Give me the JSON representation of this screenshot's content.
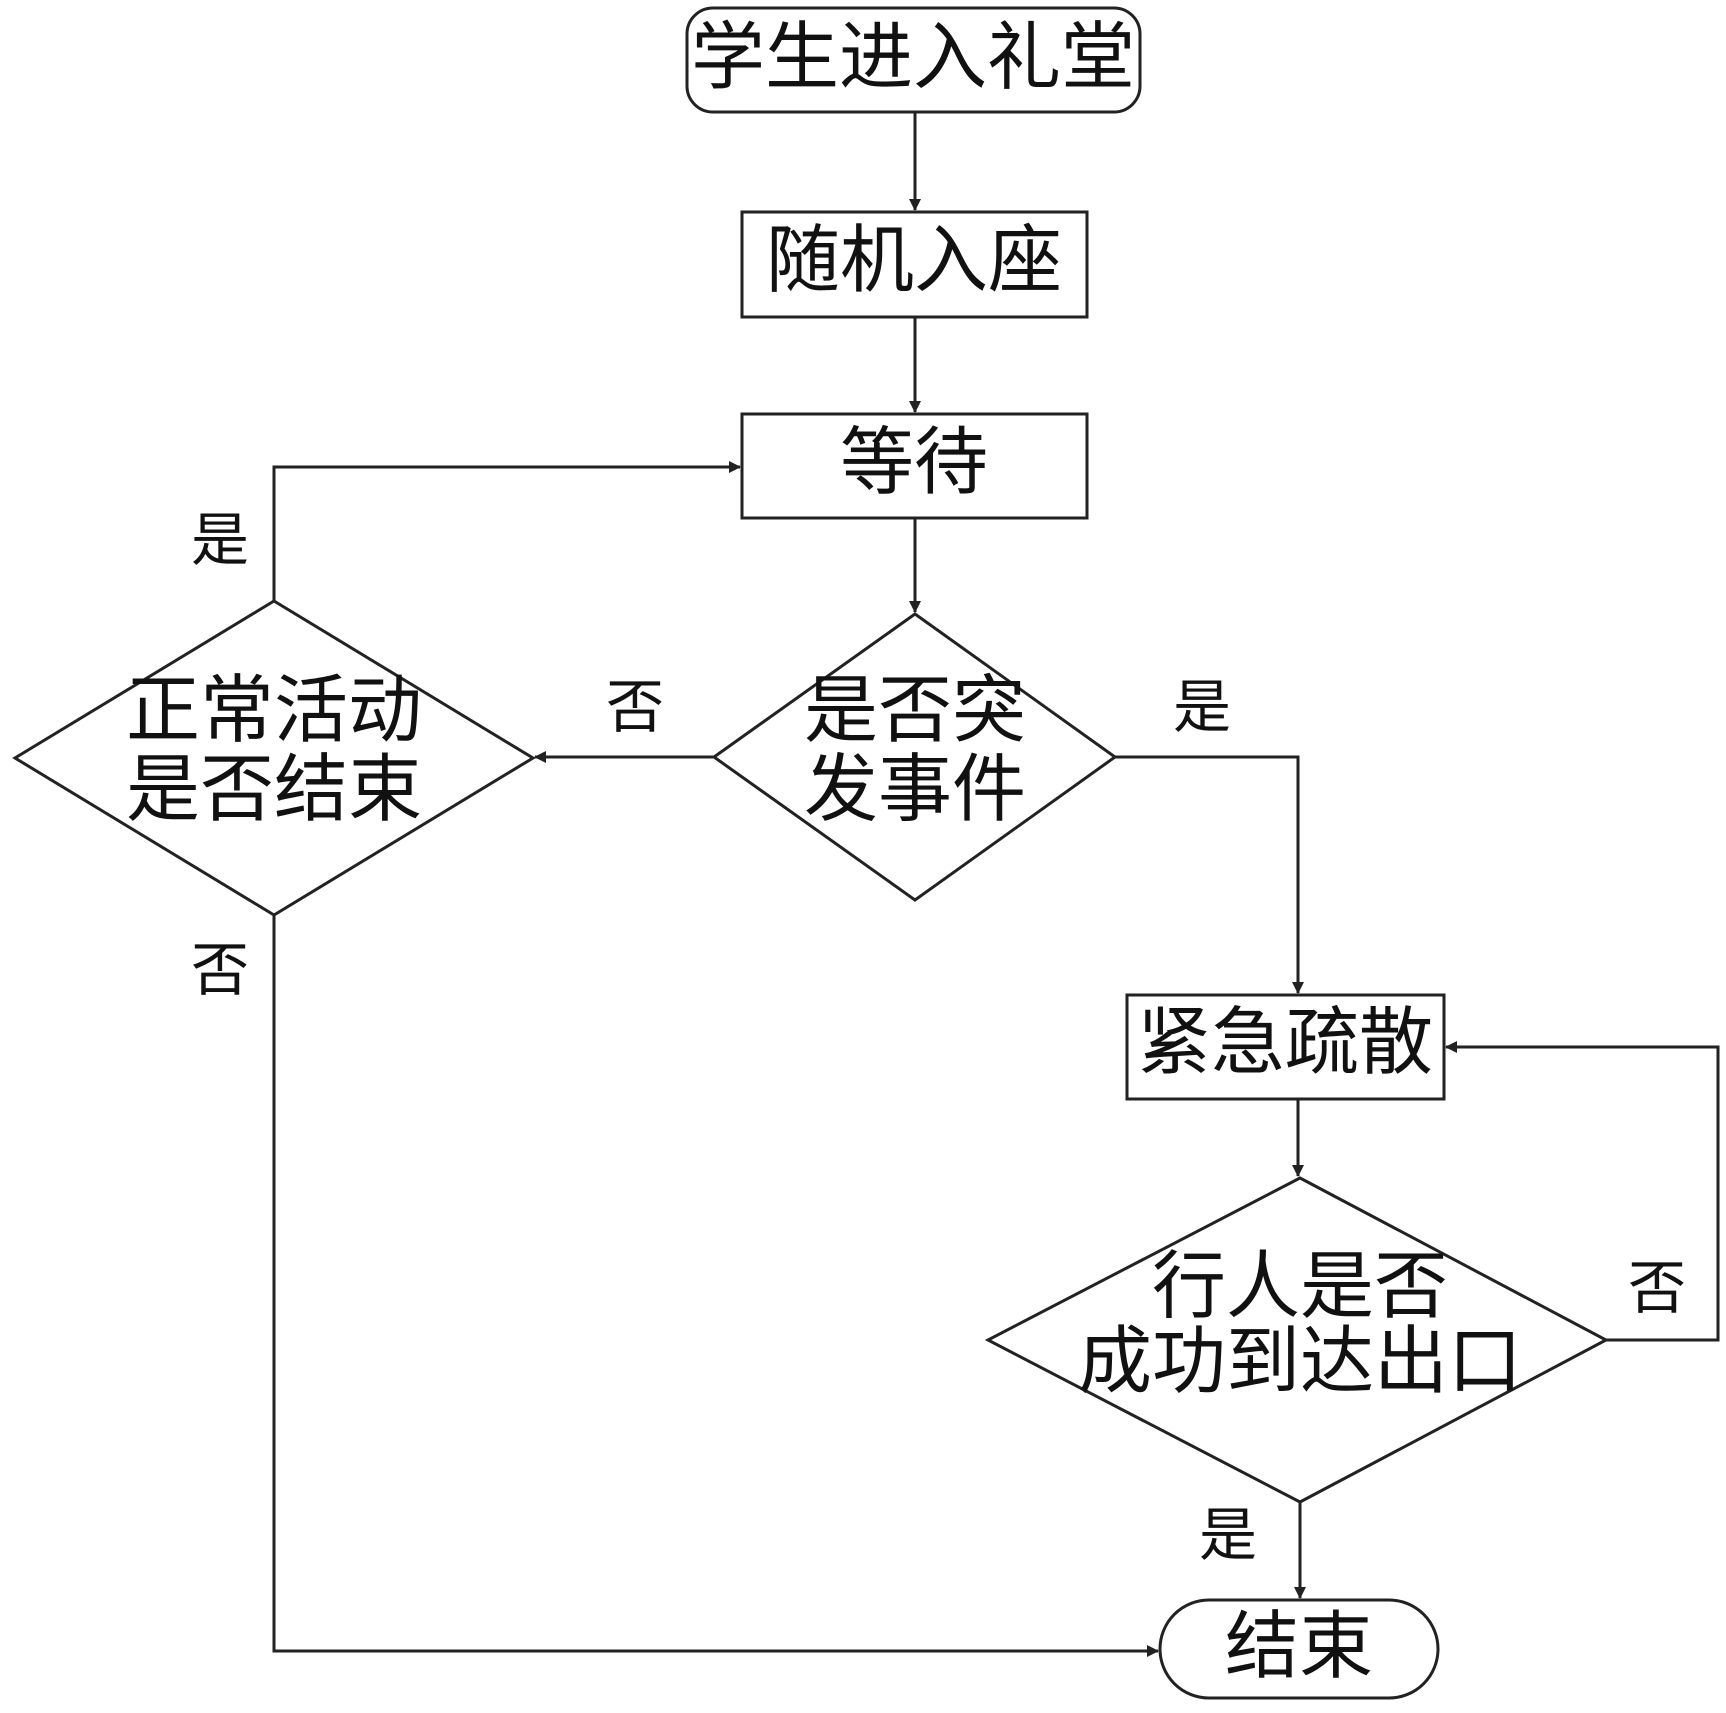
{
  "nodes": {
    "start": "学生进入礼堂",
    "seat": "随机入座",
    "wait": "等待",
    "emergency_q": [
      "是否突",
      "发事件"
    ],
    "activity_q": [
      "正常活动",
      "是否结束"
    ],
    "evacuate": "紧急疏散",
    "exit_q": [
      "行人是否",
      "成功到达出口"
    ],
    "end": "结束"
  },
  "edge_labels": {
    "activity_yes": "是",
    "activity_no": "否",
    "emergency_no": "否",
    "emergency_yes": "是",
    "exit_no": "否",
    "exit_yes": "是"
  }
}
